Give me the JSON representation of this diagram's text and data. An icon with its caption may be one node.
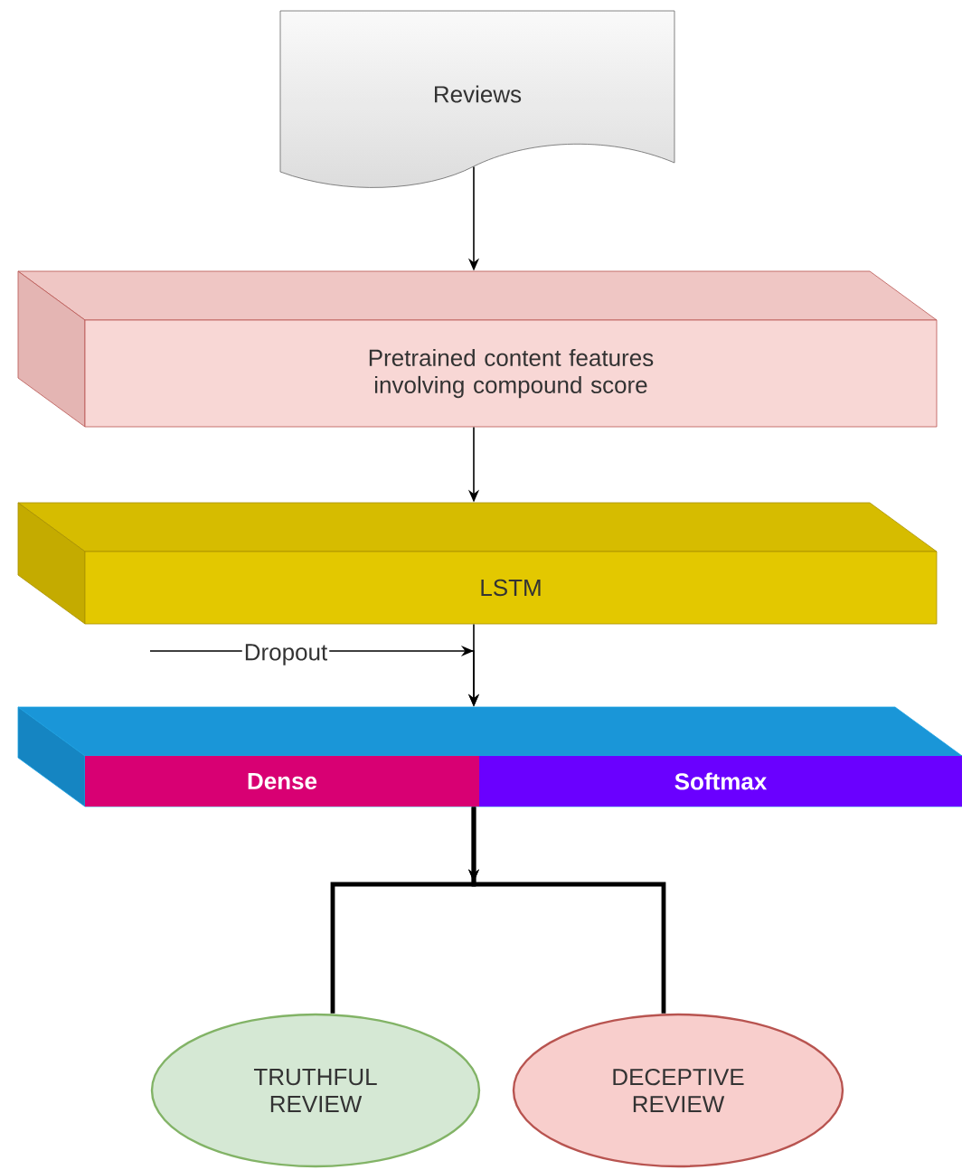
{
  "diagram": {
    "nodes": [
      {
        "text": [
          "Reviews"
        ]
      },
      {
        "text": [
          "Pretrained content features involving compound score"
        ]
      },
      {
        "text": [
          "LSTM"
        ]
      },
      {
        "text": [],
        "shape": "box"
      },
      {
        "text": [
          "Dense"
        ],
        "in": 3
      },
      {
        "text": [
          "Softmax"
        ],
        "in": 3
      },
      {
        "text": [
          "TRUTHFUL REVIEW"
        ]
      },
      {
        "text": [
          "DECEPTIVE REVIEW"
        ]
      }
    ],
    "edges": [
      {
        "from": 0,
        "to": 1,
        "arrow": "to"
      },
      {
        "from": 1,
        "to": 2,
        "arrow": "to"
      },
      {
        "from": 2,
        "to": 3,
        "arrow": "to"
      },
      {
        "from": null,
        "to": 3,
        "arrow": "to",
        "label": "Dropout"
      },
      {
        "from": 3,
        "to": 6,
        "arrow": "to",
        "style": "thick"
      },
      {
        "from": 3,
        "to": 7,
        "arrow": "to",
        "style": "thick"
      }
    ]
  }
}
